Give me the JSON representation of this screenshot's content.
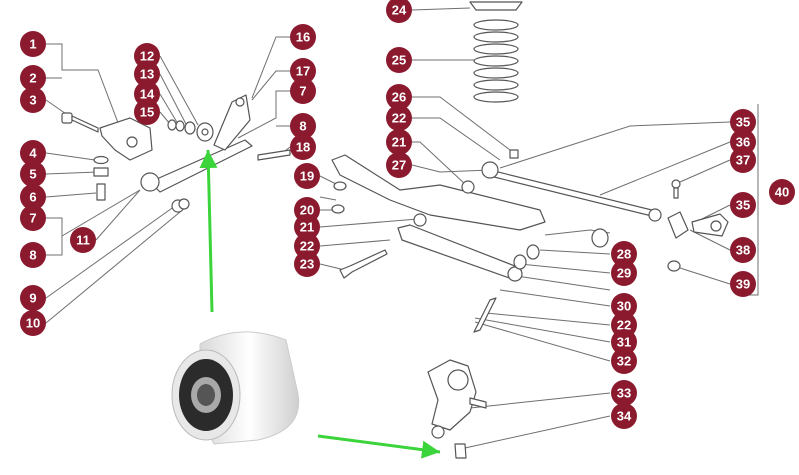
{
  "diagram": {
    "colors": {
      "callout": "#8b1a2e",
      "callout_text": "#ffffff",
      "leader": "#6f6f6f",
      "part_line": "#555555",
      "arrow": "#3bd43b",
      "bushing_body": "#f2f2f2",
      "bushing_rubber": "#333333"
    },
    "callouts": {
      "c1": "1",
      "c2": "2",
      "c3": "3",
      "c4": "4",
      "c5": "5",
      "c6": "6",
      "c7": "7",
      "c8": "8",
      "c9": "9",
      "c10": "10",
      "c11": "11",
      "c12": "12",
      "c13": "13",
      "c14": "14",
      "c15": "15",
      "c16": "16",
      "c17": "17",
      "c7b": "7",
      "c8b": "8",
      "c18": "18",
      "c19": "19",
      "c20": "20",
      "c21": "21",
      "c22": "22",
      "c23": "23",
      "c24": "24",
      "c25": "25",
      "c26": "26",
      "c22b": "22",
      "c21b": "21",
      "c27": "27",
      "c35": "35",
      "c36": "36",
      "c37": "37",
      "c40": "40",
      "c35b": "35",
      "c38": "38",
      "c39": "39",
      "c28": "28",
      "c29": "29",
      "c30": "30",
      "c22c": "22",
      "c31": "31",
      "c32": "32",
      "c33": "33",
      "c34": "34"
    }
  }
}
